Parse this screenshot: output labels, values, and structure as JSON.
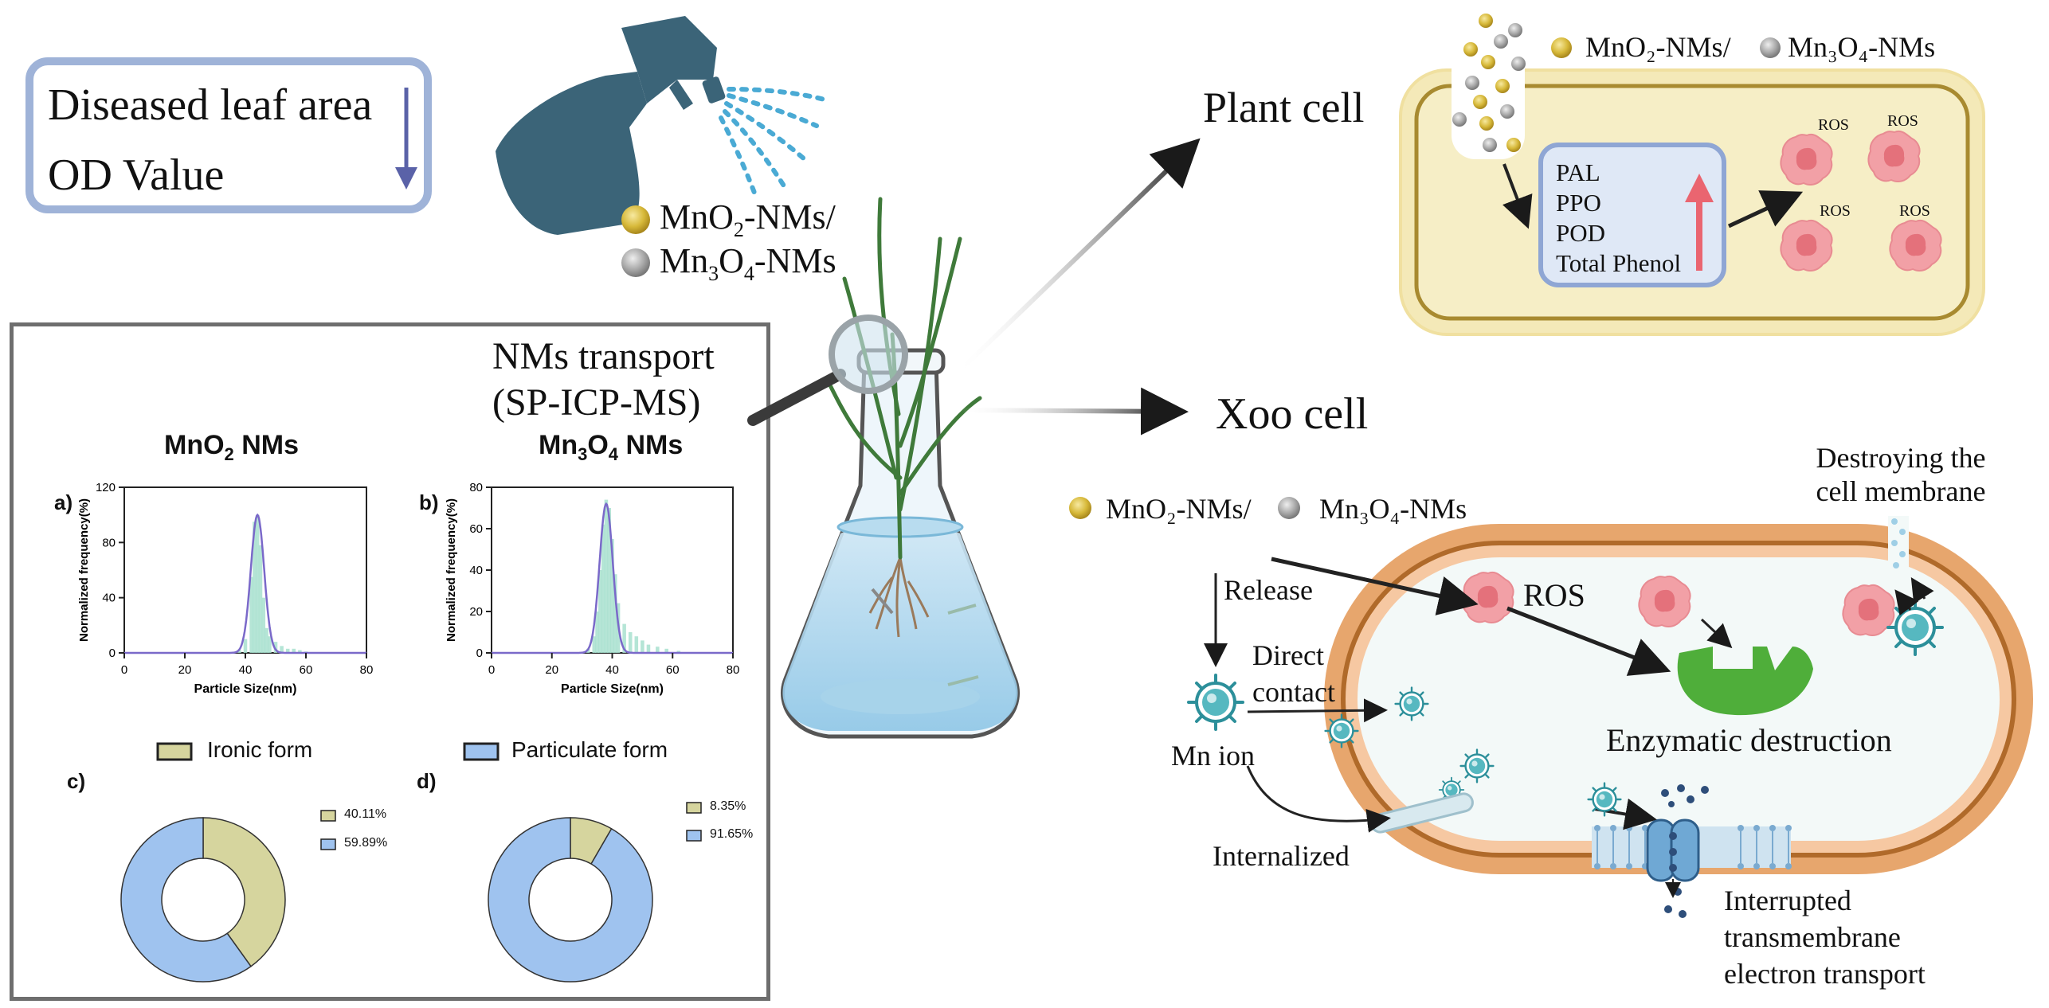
{
  "outcome": {
    "line1": "Diseased leaf area",
    "line2": "OD Value"
  },
  "spray_label": {
    "mno2": "MnO",
    "mno2_sub": "2",
    "mno2_suffix": "-NMs/",
    "mn3o4_a": "Mn",
    "mn3o4_sub1": "3",
    "mn3o4_b": "O",
    "mn3o4_sub2": "4",
    "mn3o4_suffix": "-NMs"
  },
  "transport": {
    "line1": "NMs transport",
    "line2": "(SP-ICP-MS)"
  },
  "plant": {
    "title": "Plant cell",
    "legend_mno2": "MnO₂-NMs/",
    "legend_mn3o4": "Mn₃O₄-NMs",
    "markers": [
      "PAL",
      "PPO",
      "POD",
      "Total Phenol"
    ],
    "ros_label": "ROS"
  },
  "xoo": {
    "title": "Xoo cell",
    "legend_mno2": "MnO₂-NMs/",
    "legend_mn3o4": "Mn₃O₄-NMs",
    "release": "Release",
    "direct_contact_1": "Direct",
    "direct_contact_2": "contact",
    "mn_ion": "Mn ion",
    "internalized": "Internalized",
    "ros": "ROS",
    "enzymatic": "Enzymatic destruction",
    "membrane_1": "Destroying the",
    "membrane_2": "cell membrane",
    "electron_1": "Interrupted",
    "electron_2": "transmembrane",
    "electron_3": "electron transport"
  },
  "panel": {
    "title_a_main": "MnO",
    "title_a_sub": "2",
    "title_a_suffix": " NMs",
    "title_b_main1": "Mn",
    "title_b_sub1": "3",
    "title_b_main2": "O",
    "title_b_sub2": "4",
    "title_b_suffix": " NMs",
    "label_a": "a)",
    "label_b": "b)",
    "label_c": "c)",
    "label_d": "d)",
    "legend_ionic": "Ironic form",
    "legend_particulate": "Particulate form",
    "colors": {
      "ionic": "#d6d59e",
      "particulate": "#9fc3ef",
      "fit": "#7a69c9",
      "bars": "#a8e0cf"
    }
  },
  "chart_data": [
    {
      "type": "bar",
      "panel": "a)",
      "title": "MnO₂ NMs",
      "xlabel": "Particle Size(nm)",
      "ylabel": "Normalized frequency(%)",
      "xlim": [
        0,
        80
      ],
      "ylim": [
        0,
        120
      ],
      "xticks": [
        "0",
        "20",
        "40",
        "60",
        "80"
      ],
      "yticks": [
        "0",
        "40",
        "80",
        "120"
      ],
      "x": [
        38,
        40,
        42,
        43,
        44,
        45,
        46,
        47,
        48,
        50,
        52,
        54,
        56,
        58,
        60
      ],
      "values": [
        2,
        10,
        55,
        95,
        100,
        78,
        40,
        18,
        12,
        8,
        5,
        3,
        3,
        2,
        1
      ],
      "fit_peak": {
        "x": 44,
        "y": 100
      }
    },
    {
      "type": "bar",
      "panel": "b)",
      "title": "Mn₃O₄ NMs",
      "xlabel": "Particle Size(nm)",
      "ylabel": "Normalized frequency(%)",
      "xlim": [
        0,
        80
      ],
      "ylim": [
        0,
        80
      ],
      "xticks": [
        "0",
        "20",
        "40",
        "60",
        "80"
      ],
      "yticks": [
        "0",
        "20",
        "40",
        "60",
        "80"
      ],
      "x": [
        32,
        34,
        35,
        36,
        37,
        38,
        39,
        40,
        41,
        42,
        44,
        46,
        48,
        50,
        52,
        55,
        58,
        62
      ],
      "values": [
        2,
        8,
        20,
        40,
        62,
        74,
        70,
        55,
        38,
        24,
        14,
        10,
        8,
        6,
        4,
        3,
        2,
        1
      ],
      "fit_peak": {
        "x": 38,
        "y": 72
      }
    },
    {
      "type": "pie",
      "panel": "c)",
      "labels": [
        "Ironic form",
        "Particulate form"
      ],
      "values": [
        40.11,
        59.89
      ],
      "value_labels": [
        "40.11%",
        "59.89%"
      ]
    },
    {
      "type": "pie",
      "panel": "d)",
      "labels": [
        "Ironic form",
        "Particulate form"
      ],
      "values": [
        8.35,
        91.65
      ],
      "value_labels": [
        "8.35%",
        "91.65%"
      ]
    }
  ]
}
